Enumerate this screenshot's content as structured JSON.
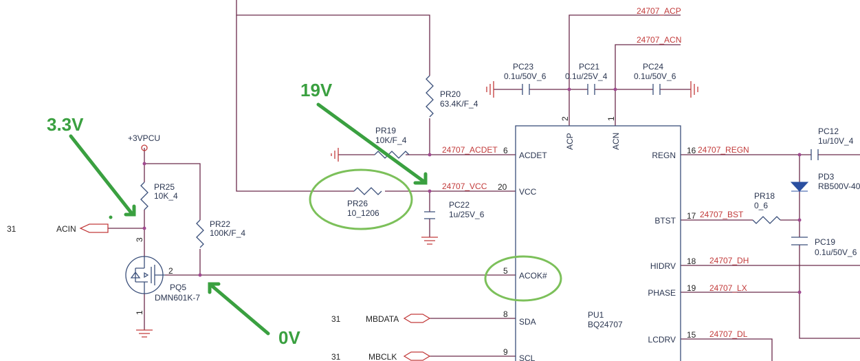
{
  "annotations": {
    "v33": "3.3V",
    "v19": "19V",
    "v0": "0V"
  },
  "ic": {
    "ref": "PU1",
    "part": "BQ24707",
    "pins": {
      "acdet": "ACDET",
      "vcc": "VCC",
      "acok": "ACOK#",
      "sda": "SDA",
      "scl": "SCL",
      "acp": "ACP",
      "acn": "ACN",
      "regn": "REGN",
      "btst": "BTST",
      "hidrv": "HIDRV",
      "phase": "PHASE",
      "lcdrv": "LCDRV"
    },
    "pin_numbers": {
      "acdet": "6",
      "vcc": "20",
      "acok": "5",
      "sda": "8",
      "scl": "9",
      "acp": "2",
      "acn": "1",
      "regn": "16",
      "btst": "17",
      "hidrv": "18",
      "phase": "19",
      "lcdrv": "15"
    }
  },
  "nets": {
    "acp": "24707_ACP",
    "acn": "24707_ACN",
    "acdet": "24707_ACDET",
    "vcc": "24707_VCC",
    "regn": "24707_REGN",
    "bst": "24707_BST",
    "dh": "24707_DH",
    "lx": "24707_LX",
    "dl": "24707_DL"
  },
  "power": {
    "rail": "+3VPCU"
  },
  "ports": {
    "acin": "ACIN",
    "acin_sheet": "31",
    "mbdata": "MBDATA",
    "mbdata_sheet": "31",
    "mbclk": "MBCLK",
    "mbclk_sheet": "31"
  },
  "components": {
    "pr20": {
      "ref": "PR20",
      "value": "63.4K/F_4"
    },
    "pr19": {
      "ref": "PR19",
      "value": "10K/F_4"
    },
    "pr26": {
      "ref": "PR26",
      "value": "10_1206"
    },
    "pc22": {
      "ref": "PC22",
      "value": "1u/25V_6"
    },
    "pc23": {
      "ref": "PC23",
      "value": "0.1u/50V_6"
    },
    "pc21": {
      "ref": "PC21",
      "value": "0.1u/25V_4"
    },
    "pc24": {
      "ref": "PC24",
      "value": "0.1u/50V_6"
    },
    "pc12": {
      "ref": "PC12",
      "value": "1u/10V_4"
    },
    "pd3": {
      "ref": "PD3",
      "value": "RB500V-40"
    },
    "pr18": {
      "ref": "PR18",
      "value": "0_6"
    },
    "pc19": {
      "ref": "PC19",
      "value": "0.1u/50V_6"
    },
    "pr25": {
      "ref": "PR25",
      "value": "10K_4"
    },
    "pr22": {
      "ref": "PR22",
      "value": "100K/F_4"
    },
    "pq5": {
      "ref": "PQ5",
      "value": "DMN601K-7",
      "pin_g": "2",
      "pin_d": "3",
      "pin_s": "1"
    }
  }
}
